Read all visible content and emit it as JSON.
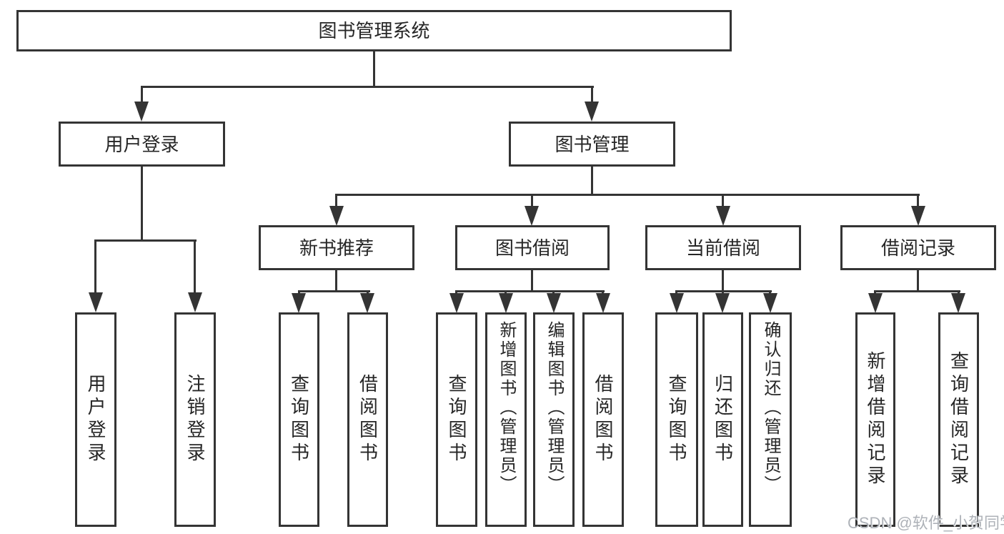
{
  "diagram": {
    "root": {
      "label": "图书管理系统"
    },
    "level2": [
      {
        "label": "用户登录"
      },
      {
        "label": "图书管理"
      }
    ],
    "level3": [
      {
        "label": "新书推荐"
      },
      {
        "label": "图书借阅"
      },
      {
        "label": "当前借阅"
      },
      {
        "label": "借阅记录"
      }
    ],
    "leaves": {
      "user_login": [
        "用户登录",
        "注销登录"
      ],
      "new_book_rec": [
        "查询图书",
        "借阅图书"
      ],
      "book_borrow": [
        "查询图书",
        "新增图书（管理员）",
        "编辑图书（管理员）",
        "借阅图书"
      ],
      "current_borrow": [
        "查询图书",
        "归还图书",
        "确认归还（管理员）"
      ],
      "borrow_record": [
        "新增借阅记录",
        "查询借阅记录"
      ]
    }
  },
  "watermark": {
    "text": "CSDN @软件_小贺同学"
  },
  "colors": {
    "line": "#343434",
    "text": "#262626",
    "watermark": "#aeb2b8",
    "background": "#ffffff"
  }
}
